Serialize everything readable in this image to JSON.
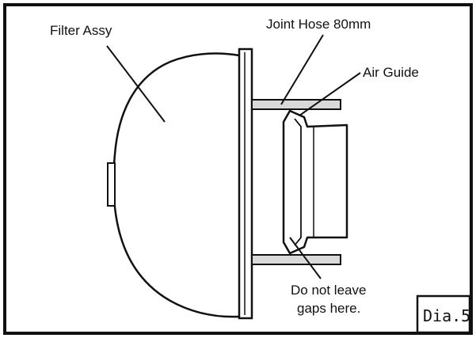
{
  "labels": {
    "filter_assy": "Filter Assy",
    "joint_hose": "Joint Hose 80mm",
    "air_guide": "Air Guide",
    "note_line1": "Do not leave",
    "note_line2": "gaps here."
  },
  "figure_tag": "Dia.5",
  "colors": {
    "line": "#111111",
    "hose_fill": "#d9d9d9",
    "background": "#ffffff"
  }
}
